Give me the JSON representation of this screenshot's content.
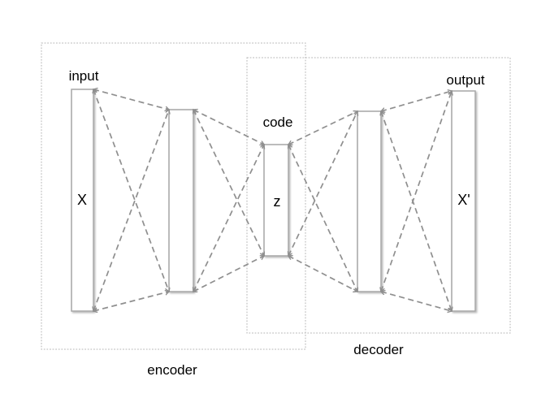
{
  "diagram": {
    "type": "autoencoder-architecture",
    "layers": [
      {
        "id": "input",
        "label": "input",
        "symbol": "X"
      },
      {
        "id": "hidden-encoder",
        "label": "",
        "symbol": ""
      },
      {
        "id": "code",
        "label": "code",
        "symbol": "z"
      },
      {
        "id": "hidden-decoder",
        "label": "",
        "symbol": ""
      },
      {
        "id": "output",
        "label": "output",
        "symbol": "X'"
      }
    ],
    "groups": [
      {
        "id": "encoder",
        "label": "encoder"
      },
      {
        "id": "decoder",
        "label": "decoder"
      }
    ],
    "connections": "each adjacent layer pair linked by 4 dashed double-headed arrows (top/bottom corner cross pattern)",
    "colors": {
      "background": "#ffffff",
      "text": "#000000",
      "layer_border": "#a6a6a6",
      "layer_fill": "#ffffff",
      "connection_line": "#8f8f8f",
      "group_box_border": "#b5b5b5"
    }
  }
}
